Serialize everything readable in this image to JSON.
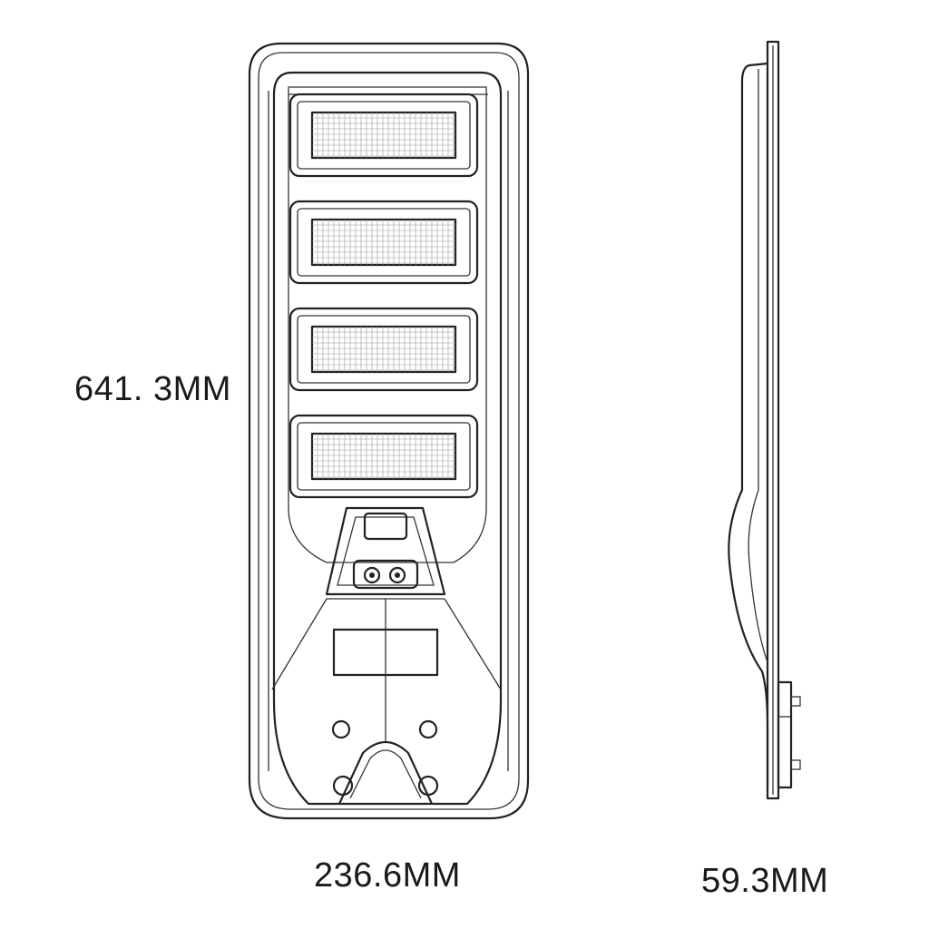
{
  "dimensions": {
    "height": "641. 3MM",
    "width": "236.6MM",
    "depth": "59.3MM"
  },
  "drawing": {
    "panel_count": 4,
    "views": [
      "front-view",
      "side-view"
    ],
    "stroke_color": "#222222",
    "background": "#ffffff"
  }
}
